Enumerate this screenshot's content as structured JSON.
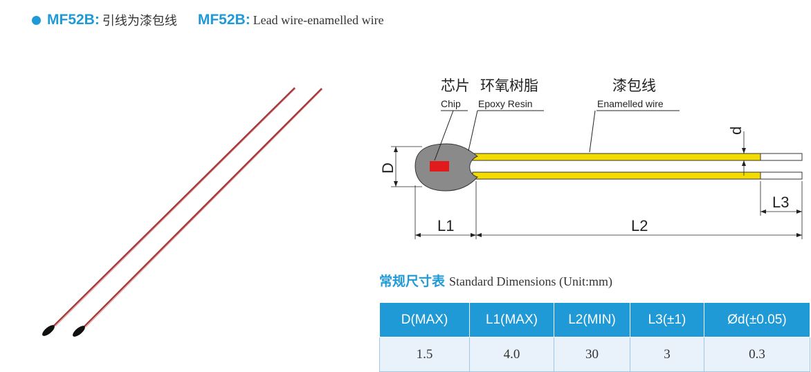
{
  "header": {
    "model_cn": "MF52B:",
    "title_cn": "引线为漆包线",
    "model_en": "MF52B:",
    "title_en": "Lead wire-enamelled wire"
  },
  "diagram": {
    "chip_cn": "芯片",
    "chip_en": "Chip",
    "resin_cn": "环氧树脂",
    "resin_en": "Epoxy Resin",
    "wire_cn": "漆包线",
    "wire_en": "Enamelled wire",
    "dim_D": "D",
    "dim_d": "d",
    "dim_L1": "L1",
    "dim_L2": "L2",
    "dim_L3": "L3",
    "colors": {
      "wire": "#f5dc00",
      "body": "#8a8a8a",
      "chip": "#e11b1b",
      "lead": "#b23a3a"
    }
  },
  "standard": {
    "title_cn": "常规尺寸表",
    "title_en": "Standard Dimensions (Unit:mm)",
    "headers": [
      "D(MAX)",
      "L1(MAX)",
      "L2(MIN)",
      "L3(±1)",
      "Ød(±0.05)"
    ],
    "values": [
      "1.5",
      "4.0",
      "30",
      "3",
      "0.3"
    ]
  }
}
